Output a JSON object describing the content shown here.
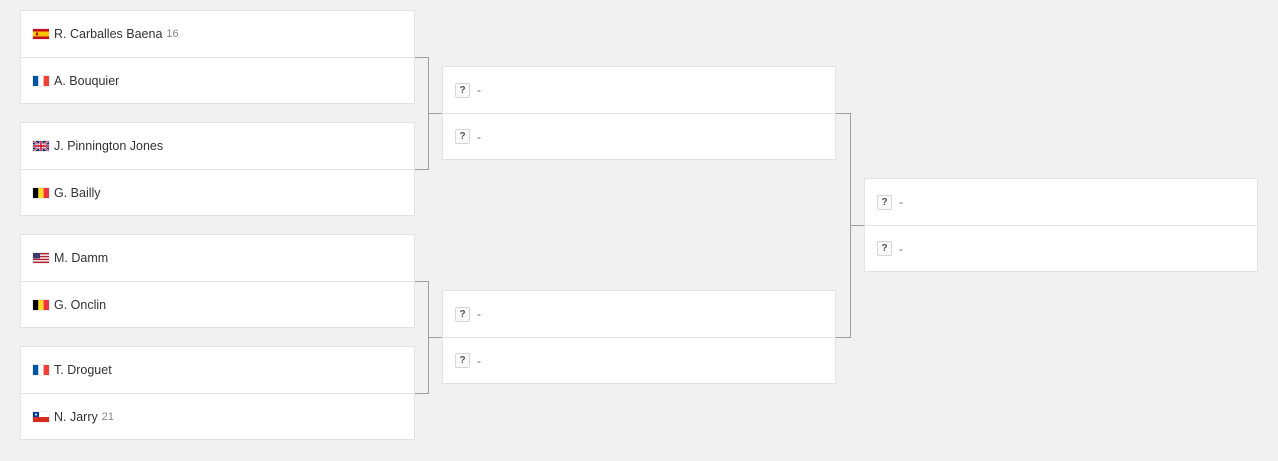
{
  "round1": [
    {
      "players": [
        {
          "flag": "ESP",
          "name": "R. Carballes Baena",
          "seed": "16"
        },
        {
          "flag": "FRA",
          "name": "A. Bouquier",
          "seed": ""
        }
      ]
    },
    {
      "players": [
        {
          "flag": "GBR",
          "name": "J. Pinnington Jones",
          "seed": ""
        },
        {
          "flag": "BEL",
          "name": "G. Bailly",
          "seed": ""
        }
      ]
    },
    {
      "players": [
        {
          "flag": "USA",
          "name": "M. Damm",
          "seed": ""
        },
        {
          "flag": "BEL",
          "name": "G. Onclin",
          "seed": ""
        }
      ]
    },
    {
      "players": [
        {
          "flag": "FRA",
          "name": "T. Droguet",
          "seed": ""
        },
        {
          "flag": "CHI",
          "name": "N. Jarry",
          "seed": "21"
        }
      ]
    }
  ],
  "round2": [
    {
      "players": [
        {
          "placeholder": "?",
          "name": "-"
        },
        {
          "placeholder": "?",
          "name": "-"
        }
      ]
    },
    {
      "players": [
        {
          "placeholder": "?",
          "name": "-"
        },
        {
          "placeholder": "?",
          "name": "-"
        }
      ]
    }
  ],
  "round3": [
    {
      "players": [
        {
          "placeholder": "?",
          "name": "-"
        },
        {
          "placeholder": "?",
          "name": "-"
        }
      ]
    }
  ],
  "colors": {
    "background": "#f1f1f1",
    "card": "#ffffff",
    "border": "#e3e3e3",
    "connector": "#9e9e9e"
  }
}
